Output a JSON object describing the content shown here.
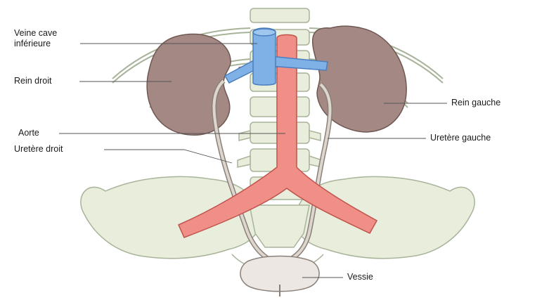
{
  "labels": {
    "veine_cave_line1": "Veine cave",
    "veine_cave_line2": "inférieure",
    "rein_droit": "Rein droit",
    "aorte": "Aorte",
    "uretere_droit": "Uretère droit",
    "rein_gauche": "Rein gauche",
    "uretere_gauche": "Uretère gauche",
    "vessie": "Vessie"
  },
  "colors": {
    "bone_fill": "#e8eedb",
    "bone_stroke": "#a7b49a",
    "kidney_fill": "#a48883",
    "kidney_stroke": "#6f5752",
    "vein_fill": "#7fb0e6",
    "vein_stroke": "#4a7fbf",
    "artery_fill": "#ef8f88",
    "artery_stroke": "#c1534d",
    "ureter_fill": "#ddd6cf",
    "ureter_stroke": "#8a8078",
    "bladder_fill": "#ede7e3",
    "leader_line": "#555555"
  }
}
